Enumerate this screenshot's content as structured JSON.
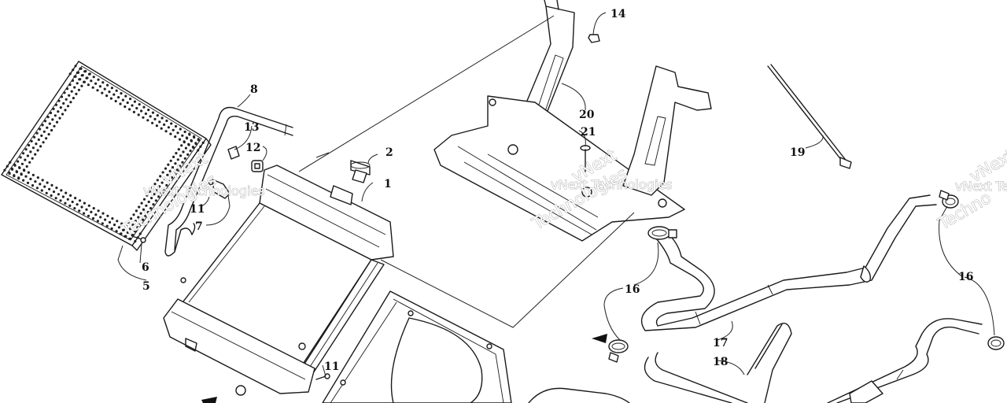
{
  "callouts": [
    {
      "id": "1",
      "label": "1"
    },
    {
      "id": "2",
      "label": "2"
    },
    {
      "id": "5",
      "label": "5"
    },
    {
      "id": "6",
      "label": "6"
    },
    {
      "id": "7",
      "label": "7"
    },
    {
      "id": "8",
      "label": "8"
    },
    {
      "id": "11a",
      "label": "11"
    },
    {
      "id": "11b",
      "label": "11"
    },
    {
      "id": "12",
      "label": "12"
    },
    {
      "id": "13",
      "label": "13"
    },
    {
      "id": "14",
      "label": "14"
    },
    {
      "id": "16a",
      "label": "16"
    },
    {
      "id": "16b",
      "label": "16"
    },
    {
      "id": "17",
      "label": "17"
    },
    {
      "id": "18",
      "label": "18"
    },
    {
      "id": "19",
      "label": "19"
    },
    {
      "id": "20",
      "label": "20"
    },
    {
      "id": "21",
      "label": "21"
    }
  ],
  "watermark": {
    "line1": "vNext Technologies",
    "line2": "vNext",
    "line3": "Technologies",
    "partial1": "vNext Te",
    "partial2": "Techno"
  }
}
